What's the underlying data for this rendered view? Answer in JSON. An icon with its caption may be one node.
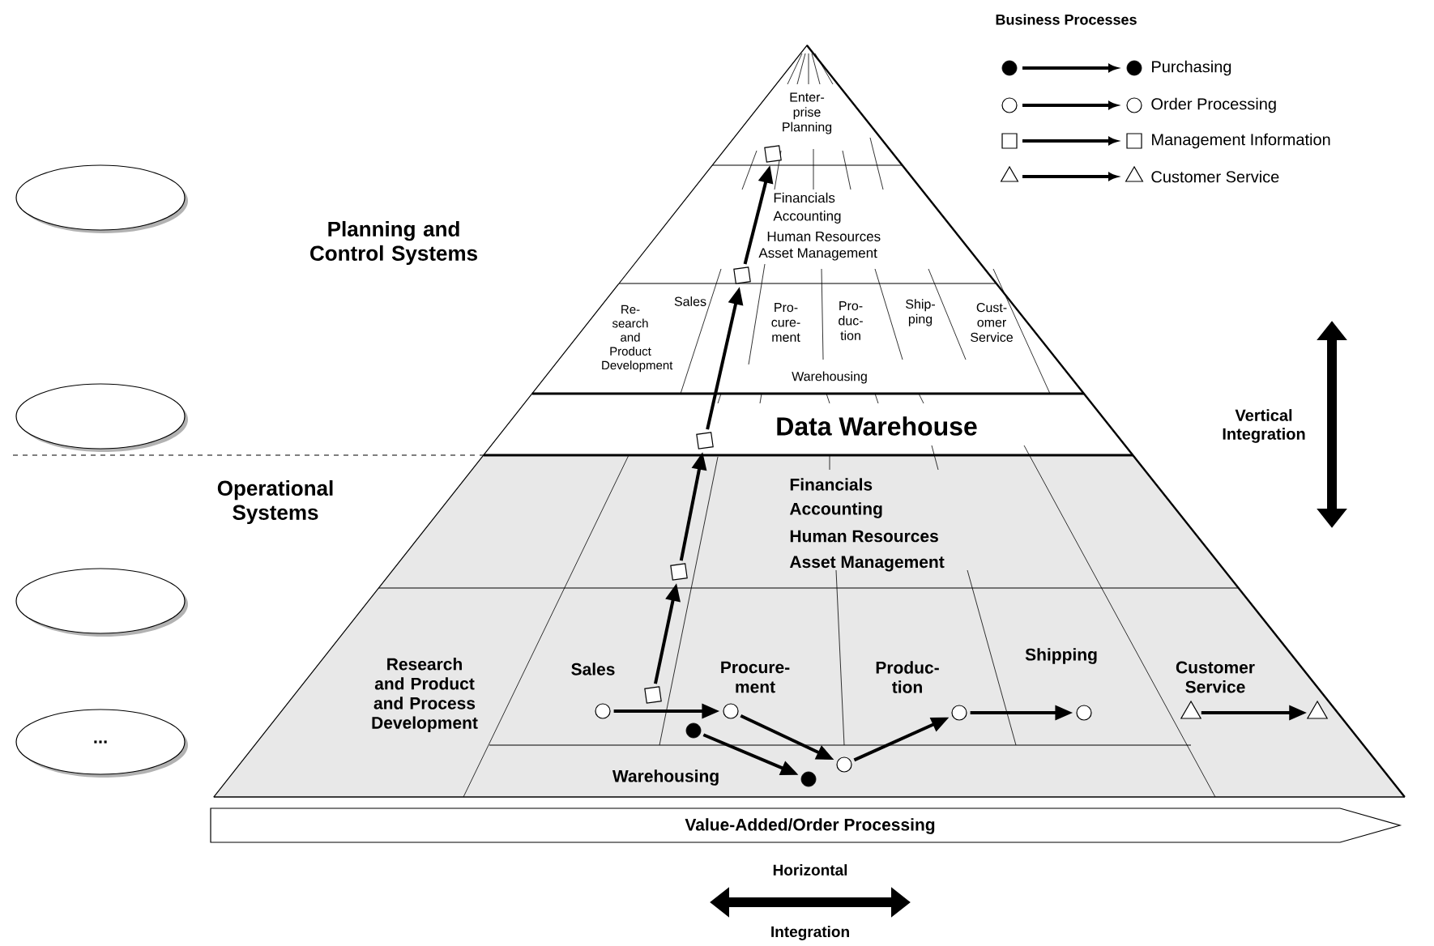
{
  "diagram": {
    "nodes": [
      {
        "text": [],
        "shape": "ellipse"
      },
      {
        "text": [],
        "shape": "ellipse"
      },
      {
        "text": [],
        "shape": "ellipse"
      },
      {
        "text": [
          "..."
        ]
      },
      {
        "text": [],
        "shape": "box"
      },
      {
        "text": [],
        "shape": "box"
      },
      {
        "text": [],
        "shape": "box"
      },
      {
        "text": [],
        "shape": "box"
      },
      {
        "text": [],
        "shape": "box"
      },
      {
        "text": [],
        "shape": "circle"
      },
      {
        "text": [],
        "shape": "circle"
      },
      {
        "text": [],
        "shape": "circle"
      },
      {
        "text": [],
        "shape": "circle"
      },
      {
        "text": [],
        "shape": "triangle"
      },
      {
        "text": [],
        "shape": "triangle"
      },
      {
        "text": [],
        "shape": "dot"
      },
      {
        "text": [],
        "shape": "circle"
      },
      {
        "text": [],
        "shape": "dot"
      },
      {
        "text": [
          "Value-Added/Order Processing"
        ]
      }
    ],
    "edges": [
      {
        "from": 8,
        "to": 7,
        "arrow": "to"
      },
      {
        "from": 7,
        "to": 6,
        "arrow": "to"
      },
      {
        "from": 6,
        "to": 5,
        "arrow": "to"
      },
      {
        "from": 5,
        "to": 4,
        "arrow": "to"
      },
      {
        "from": 9,
        "to": 10,
        "arrow": "to"
      },
      {
        "from": 10,
        "to": 16,
        "arrow": "to"
      },
      {
        "from": 16,
        "to": 11,
        "arrow": "to"
      },
      {
        "from": 11,
        "to": 12,
        "arrow": "to"
      },
      {
        "from": 15,
        "to": 17,
        "arrow": "to"
      },
      {
        "from": 13,
        "to": 14,
        "arrow": "to"
      }
    ],
    "labels": [
      "Business Processes",
      "Enter- prise Planning",
      "Planning and Control Systems",
      "Financials",
      "Accounting",
      "Human Resources",
      "Asset Management",
      "Re- search and Product Development",
      "Sales",
      "Pro- cure- ment",
      "Pro- duc- tion",
      "Ship- ping",
      "Cust- omer Service",
      "Warehousing",
      "Data Warehouse",
      "Operational Systems",
      "Financials",
      "Accounting",
      "Human Resources",
      "Asset Management",
      "Research and Product and Process Development",
      "Sales",
      "Procure- ment",
      "Produc- tion",
      "Shipping",
      "Customer Service",
      "Warehousing",
      "Vertical Integration",
      "Horizontal",
      "Integration"
    ],
    "legend": [
      {
        "text": "Purchasing"
      },
      {
        "text": "Order Processing"
      },
      {
        "text": "Management Information"
      },
      {
        "text": "Customer Service"
      }
    ]
  }
}
